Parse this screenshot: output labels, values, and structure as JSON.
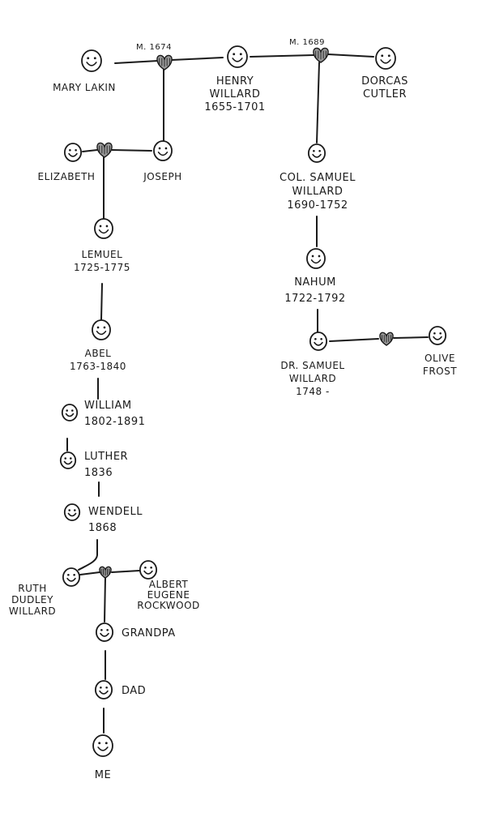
{
  "marriages": {
    "mary_henry": "M. 1674",
    "henry_dorcas": "M. 1689"
  },
  "people": {
    "mary_lakin": [
      "MARY LAKIN"
    ],
    "henry_willard": [
      "HENRY",
      "WILLARD",
      "1655-1701"
    ],
    "dorcas_cutler": [
      "DORCAS",
      "CUTLER"
    ],
    "elizabeth": [
      "ELIZABETH"
    ],
    "joseph": [
      "JOSEPH"
    ],
    "samuel_col": [
      "COL. SAMUEL",
      "WILLARD",
      "1690-1752"
    ],
    "lemuel": [
      "LEMUEL",
      "1725-1775"
    ],
    "nahum": [
      "NAHUM",
      "1722-1792"
    ],
    "abel": [
      "ABEL",
      "1763-1840"
    ],
    "samuel_dr": [
      "DR. SAMUEL",
      "WILLARD",
      "1748 -"
    ],
    "olive_frost": [
      "OLIVE",
      "FROST"
    ],
    "william": [
      "WILLIAM",
      "1802-1891"
    ],
    "luther": [
      "LUTHER",
      "1836"
    ],
    "wendell": [
      "WENDELL",
      "1868"
    ],
    "ruth": [
      "RUTH",
      "DUDLEY",
      "WILLARD"
    ],
    "albert": [
      "ALBERT",
      "EUGENE",
      "ROCKWOOD"
    ],
    "grandpa": [
      "GRANDPA"
    ],
    "dad": [
      "DAD"
    ],
    "me": [
      "ME"
    ]
  }
}
